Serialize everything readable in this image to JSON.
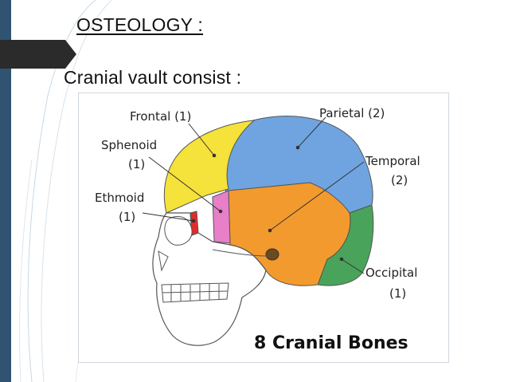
{
  "slide": {
    "heading": "OSTEOLOGY :",
    "subheading": "Cranial vault consist :"
  },
  "figure": {
    "caption": "8 Cranial Bones",
    "labels": {
      "frontal_name": "Frontal (1)",
      "parietal_name": "Parietal (2)",
      "sphenoid_name": "Sphenoid",
      "sphenoid_count": "(1)",
      "temporal_name": "Temporal",
      "temporal_count": "(2)",
      "ethmoid_name": "Ethmoid",
      "ethmoid_count": "(1)",
      "occipital_name": "Occipital",
      "occipital_count": "(1)"
    },
    "colors": {
      "frontal": "#f5e23a",
      "parietal": "#6fa4e0",
      "temporal": "#f39a2e",
      "sphenoid": "#e77fc9",
      "ethmoid": "#e22b2b",
      "occipital": "#4aa35a",
      "face": "#ffffff",
      "outline": "#555555",
      "sidebar": "#2f5370"
    }
  }
}
